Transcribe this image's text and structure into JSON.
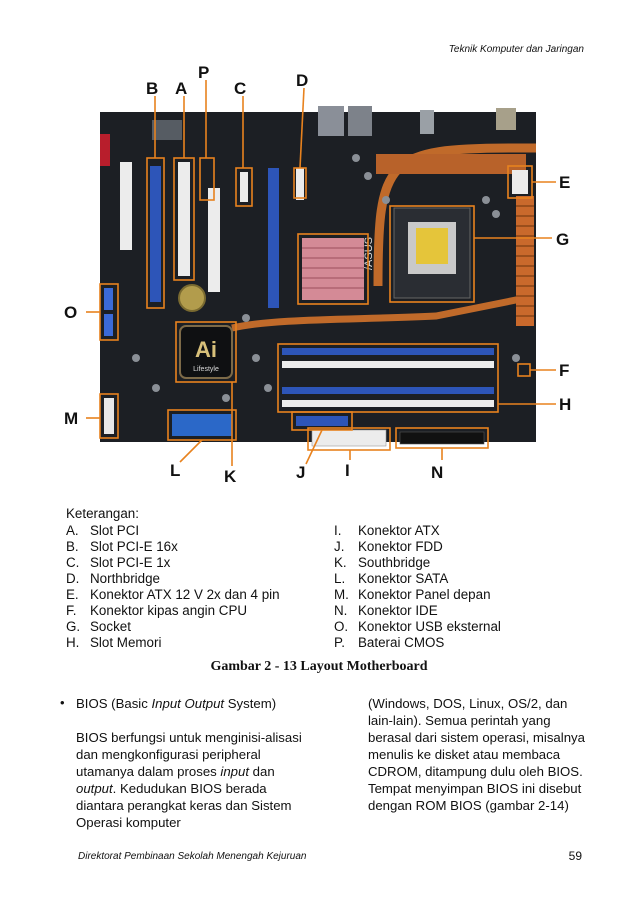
{
  "header": {
    "subtitle": "Teknik Komputer dan Jaringan"
  },
  "figure": {
    "labels": [
      "A",
      "B",
      "C",
      "D",
      "E",
      "F",
      "G",
      "H",
      "I",
      "J",
      "K",
      "L",
      "M",
      "N",
      "O",
      "P"
    ],
    "chip_text": "Ai",
    "chip_subtext": "Lifestyle",
    "board_brand": "/ASUS"
  },
  "legend": {
    "title": "Keterangan:",
    "left": [
      {
        "letter": "A.",
        "text": "Slot PCI"
      },
      {
        "letter": "B.",
        "text": "Slot PCI-E 16x"
      },
      {
        "letter": "C.",
        "text": "Slot PCI-E 1x"
      },
      {
        "letter": "D.",
        "text": "Northbridge"
      },
      {
        "letter": "E.",
        "text": "Konektor ATX 12 V 2x dan 4 pin"
      },
      {
        "letter": "F.",
        "text": "Konektor kipas angin CPU"
      },
      {
        "letter": "G.",
        "text": "Socket"
      },
      {
        "letter": "H.",
        "text": "Slot Memori"
      }
    ],
    "right": [
      {
        "letter": "I.",
        "text": "Konektor ATX"
      },
      {
        "letter": "J.",
        "text": "Konektor FDD"
      },
      {
        "letter": "K.",
        "text": "Southbridge"
      },
      {
        "letter": "L.",
        "text": "Konektor SATA"
      },
      {
        "letter": "M.",
        "text": "Konektor Panel depan"
      },
      {
        "letter": "N.",
        "text": "Konektor IDE"
      },
      {
        "letter": "O.",
        "text": "Konektor USB eksternal"
      },
      {
        "letter": "P.",
        "text": "Baterai CMOS"
      }
    ]
  },
  "caption": "Gambar 2 - 13 Layout Motherboard",
  "body": {
    "bullet": "•",
    "bios_title_pre": "BIOS (Basic ",
    "bios_title_em": "Input Output",
    "bios_title_post": " System)",
    "left_para": {
      "p1": "BIOS berfungsi untuk menginisi-alisasi dan mengkonfigurasi peripheral utamanya dalam proses ",
      "em1": "input",
      "p2": " dan ",
      "em2": "output",
      "p3": ". Kedudukan BIOS berada diantara perangkat keras dan Sistem Operasi komputer"
    },
    "right_para": "(Windows, DOS, Linux, OS/2, dan lain-lain). Semua perintah yang berasal dari sistem operasi, misalnya menulis ke disket atau membaca CDROM, ditampung dulu oleh BIOS. Tempat menyimpan BIOS ini disebut dengan ROM BIOS (gambar 2-14)"
  },
  "footer": {
    "text": "Direktorat Pembinaan Sekolah Menengah Kejuruan",
    "page": "59"
  }
}
